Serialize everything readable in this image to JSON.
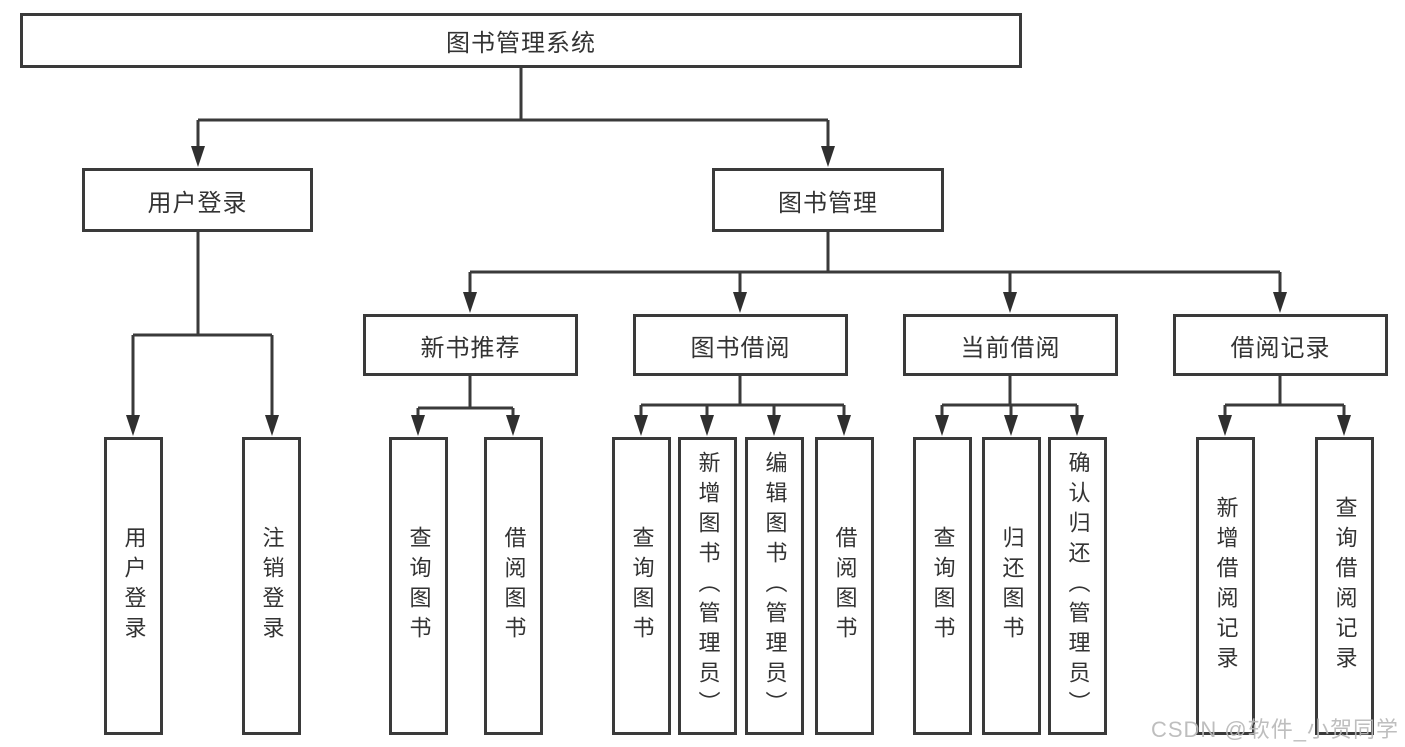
{
  "diagram_title": "图书管理系统",
  "tree": {
    "root": {
      "label": "图书管理系统"
    },
    "branches": [
      {
        "label": "用户登录"
      },
      {
        "label": "图书管理"
      }
    ],
    "modules": [
      {
        "label": "新书推荐",
        "parent": "图书管理"
      },
      {
        "label": "图书借阅",
        "parent": "图书管理"
      },
      {
        "label": "当前借阅",
        "parent": "图书管理"
      },
      {
        "label": "借阅记录",
        "parent": "图书管理"
      }
    ],
    "leaves": [
      {
        "label": "用户登录",
        "parent": "用户登录"
      },
      {
        "label": "注销登录",
        "parent": "用户登录"
      },
      {
        "label": "查询图书",
        "parent": "新书推荐"
      },
      {
        "label": "借阅图书",
        "parent": "新书推荐"
      },
      {
        "label": "查询图书",
        "parent": "图书借阅"
      },
      {
        "label": "新增图书（管理员）",
        "parent": "图书借阅"
      },
      {
        "label": "编辑图书（管理员）",
        "parent": "图书借阅"
      },
      {
        "label": "借阅图书",
        "parent": "图书借阅"
      },
      {
        "label": "查询图书",
        "parent": "当前借阅"
      },
      {
        "label": "归还图书",
        "parent": "当前借阅"
      },
      {
        "label": "确认归还（管理员）",
        "parent": "当前借阅"
      },
      {
        "label": "新增借阅记录",
        "parent": "借阅记录"
      },
      {
        "label": "查询借阅记录",
        "parent": "借阅记录"
      }
    ]
  },
  "watermark": {
    "text": "CSDN @软件_小贺同学"
  },
  "colors": {
    "line": "#3a3a3a",
    "text": "#333333",
    "background": "#ffffff",
    "watermark": "#b9b9b9"
  }
}
